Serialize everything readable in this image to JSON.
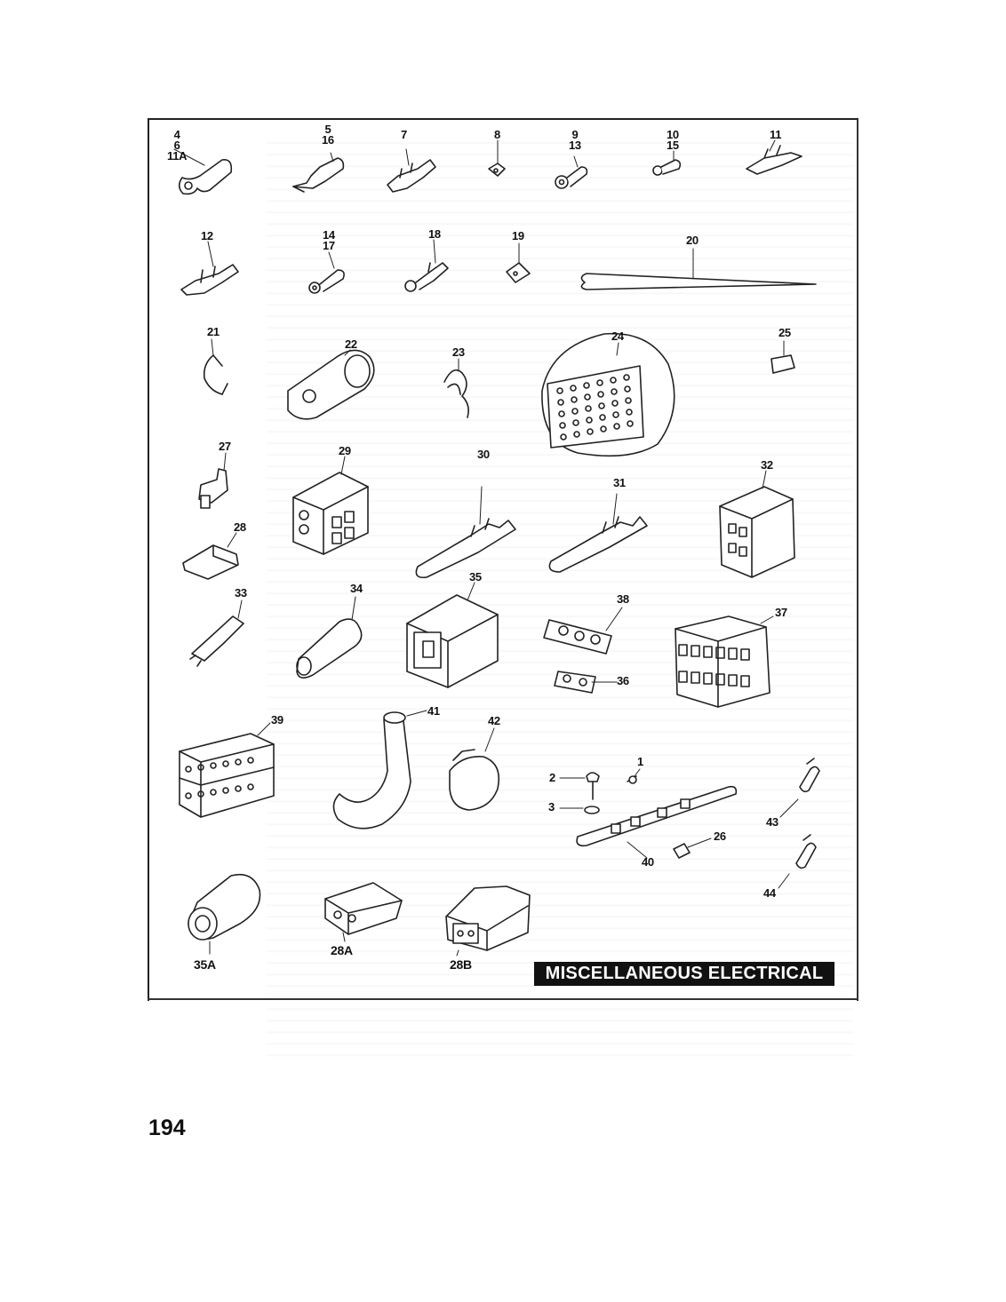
{
  "page": {
    "title": "MISCELLANEOUS ELECTRICAL",
    "page_number": "194"
  },
  "callouts": [
    {
      "id": "c4-6-11A",
      "text": "4\n6\n11A"
    },
    {
      "id": "c5-16",
      "text": "5\n16"
    },
    {
      "id": "c7",
      "text": "7"
    },
    {
      "id": "c8",
      "text": "8"
    },
    {
      "id": "c9-13",
      "text": "9\n13"
    },
    {
      "id": "c10-15",
      "text": "10\n15"
    },
    {
      "id": "c11",
      "text": "11"
    },
    {
      "id": "c12",
      "text": "12"
    },
    {
      "id": "c14-17",
      "text": "14\n17"
    },
    {
      "id": "c18",
      "text": "18"
    },
    {
      "id": "c19",
      "text": "19"
    },
    {
      "id": "c20",
      "text": "20"
    },
    {
      "id": "c21",
      "text": "21"
    },
    {
      "id": "c22",
      "text": "22"
    },
    {
      "id": "c23",
      "text": "23"
    },
    {
      "id": "c24",
      "text": "24"
    },
    {
      "id": "c25",
      "text": "25"
    },
    {
      "id": "c27",
      "text": "27"
    },
    {
      "id": "c29",
      "text": "29"
    },
    {
      "id": "c30",
      "text": "30"
    },
    {
      "id": "c31",
      "text": "31"
    },
    {
      "id": "c32",
      "text": "32"
    },
    {
      "id": "c28",
      "text": "28"
    },
    {
      "id": "c33",
      "text": "33"
    },
    {
      "id": "c34",
      "text": "34"
    },
    {
      "id": "c35",
      "text": "35"
    },
    {
      "id": "c38",
      "text": "38"
    },
    {
      "id": "c37",
      "text": "37"
    },
    {
      "id": "c36",
      "text": "36"
    },
    {
      "id": "c39",
      "text": "39"
    },
    {
      "id": "c41",
      "text": "41"
    },
    {
      "id": "c42",
      "text": "42"
    },
    {
      "id": "c1",
      "text": "1"
    },
    {
      "id": "c2",
      "text": "2"
    },
    {
      "id": "c3",
      "text": "3"
    },
    {
      "id": "c26",
      "text": "26"
    },
    {
      "id": "c40",
      "text": "40"
    },
    {
      "id": "c43",
      "text": "43"
    },
    {
      "id": "c44",
      "text": "44"
    },
    {
      "id": "c35A",
      "text": "35A"
    },
    {
      "id": "c28A",
      "text": "28A"
    },
    {
      "id": "c28B",
      "text": "28B"
    }
  ]
}
